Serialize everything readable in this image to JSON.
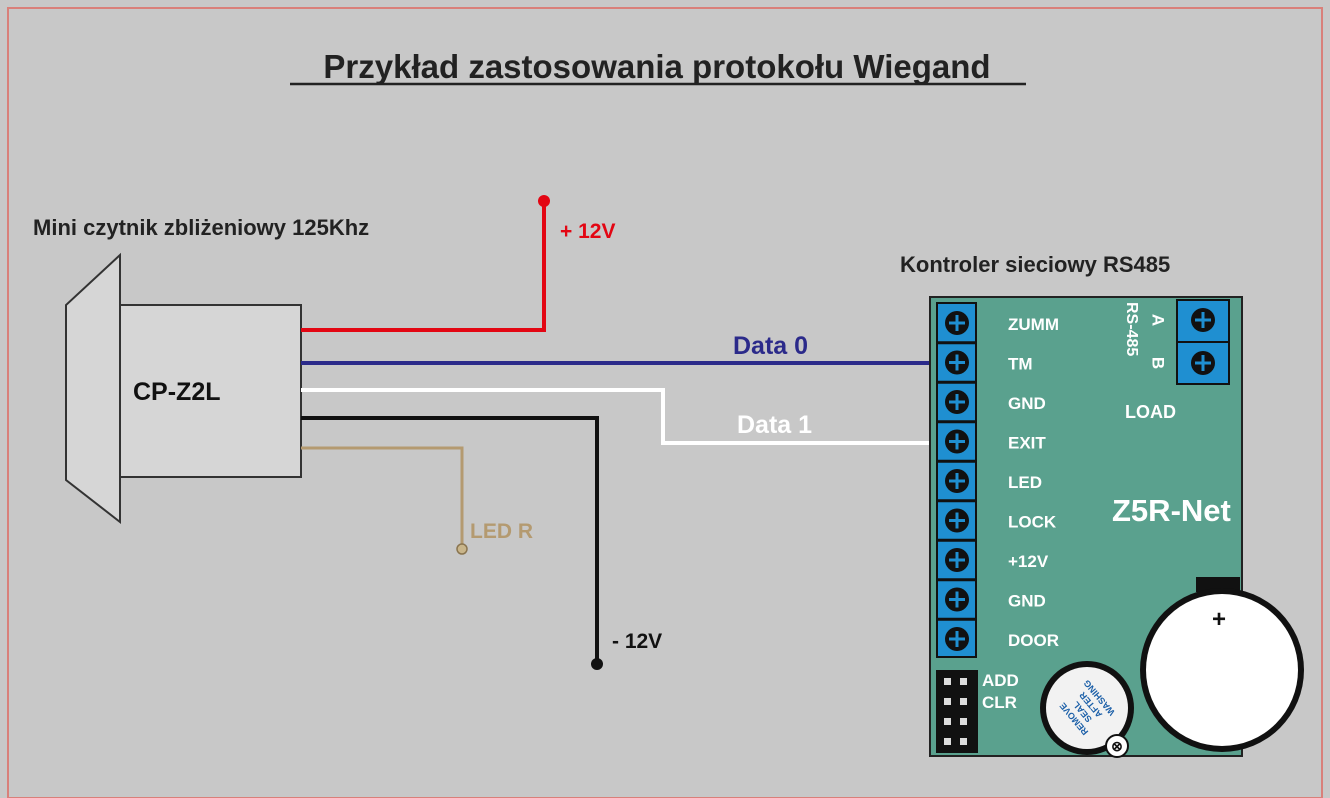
{
  "title": "Przykład zastosowania protokołu Wiegand",
  "reader": {
    "caption": "Mini czytnik zbliżeniowy 125Khz",
    "model": "CP-Z2L"
  },
  "wires": {
    "plus12": "+ 12V",
    "data0": "Data 0",
    "data1": "Data 1",
    "ledr": "LED R",
    "minus12": "- 12V"
  },
  "controller": {
    "caption": "Kontroler sieciowy RS485",
    "model": "Z5R-Net",
    "terminals": [
      "ZUMM",
      "TM",
      "GND",
      "EXIT",
      "LED",
      "LOCK",
      "+12V",
      "GND",
      "DOOR"
    ],
    "rs485_label": "RS-485",
    "rs485_a": "A",
    "rs485_b": "B",
    "load": "LOAD",
    "add": "ADD",
    "clr": "CLR",
    "battery_plus": "+",
    "buzzer_text": [
      "REMOVE",
      "SEAL",
      "AFTER",
      "WASHING"
    ]
  },
  "colors": {
    "background": "#c8c8c8",
    "board": "#5aa18e",
    "terminal_blue": "#1f8fd1",
    "wire_red": "#e30613",
    "wire_blue": "#2b2a8a",
    "wire_white": "#ffffff",
    "wire_black": "#111111",
    "wire_tan": "#b49a70"
  }
}
